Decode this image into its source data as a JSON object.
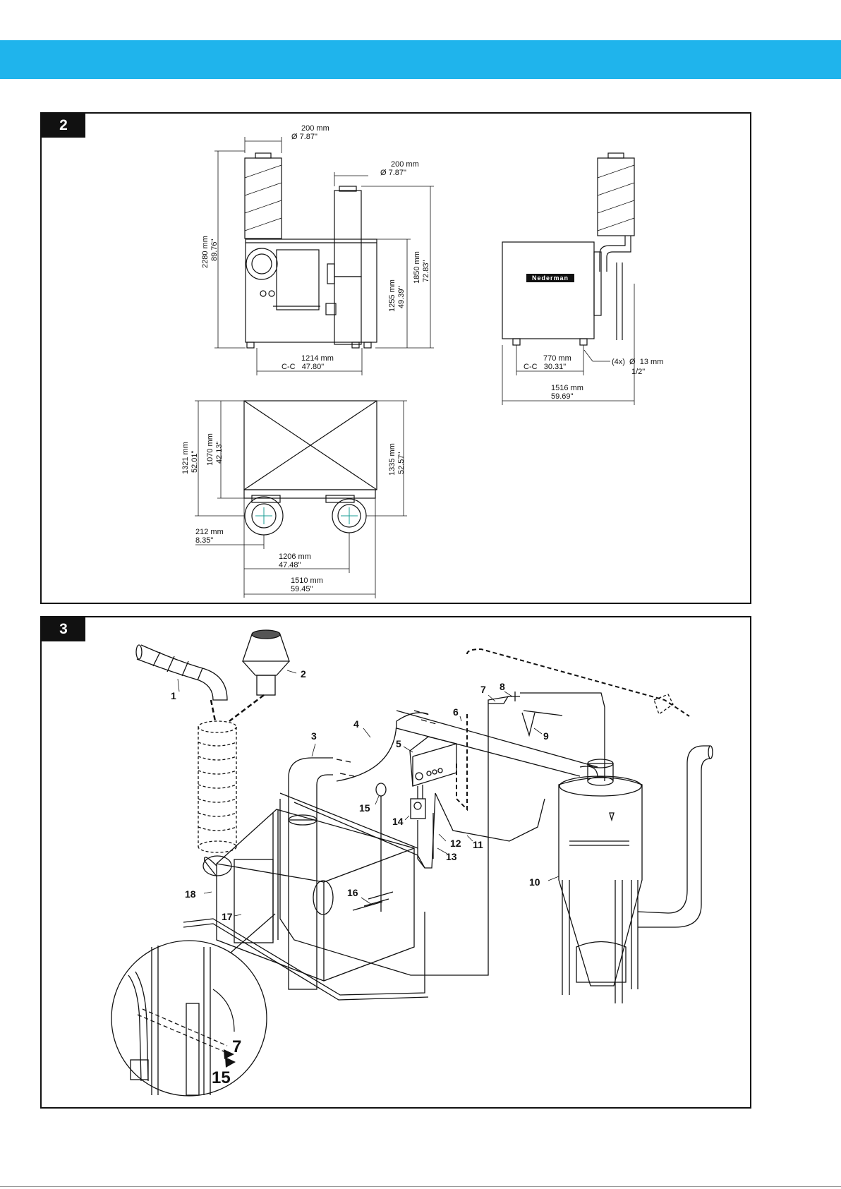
{
  "header": {
    "band_color": "#1fb4ec"
  },
  "panel2": {
    "badge": "2",
    "front_view": {
      "inlet_dia_top": [
        "200 mm",
        "Ø  7.87\""
      ],
      "outlet_dia_top": [
        "200 mm",
        "Ø  7.87\""
      ],
      "total_height": [
        "2280 mm",
        "89.76\""
      ],
      "outlet_height": [
        "1850 mm",
        "72.83\""
      ],
      "body_height": [
        "1255 mm",
        "49.39\""
      ],
      "feet_cc": [
        "1214 mm",
        "C-C   47.80\""
      ]
    },
    "side_view": {
      "feet_cc": [
        "770 mm",
        "C-C   30.31\""
      ],
      "anchor_holes": [
        "(4x)  Ø  13 mm",
        "1/2\""
      ],
      "total_width": [
        "1516 mm",
        "59.69\""
      ],
      "brand_label": "Nederman"
    },
    "top_view": {
      "depth_feet": [
        "1070 mm",
        "42.13\""
      ],
      "depth_total": [
        "1321 mm",
        "52.01\""
      ],
      "depth_right": [
        "1335 mm",
        "52.57\""
      ],
      "inlet_offset": [
        "212 mm",
        "8.35\""
      ],
      "inlet_cc": [
        "1206 mm",
        "47.48\""
      ],
      "total_width": [
        "1510 mm",
        "59.45\""
      ]
    }
  },
  "panel3": {
    "badge": "3",
    "callouts": [
      "1",
      "2",
      "3",
      "4",
      "5",
      "6",
      "7",
      "8",
      "9",
      "10",
      "11",
      "12",
      "13",
      "14",
      "15",
      "16",
      "17",
      "18"
    ],
    "detail_callouts": [
      "7",
      "15"
    ]
  }
}
